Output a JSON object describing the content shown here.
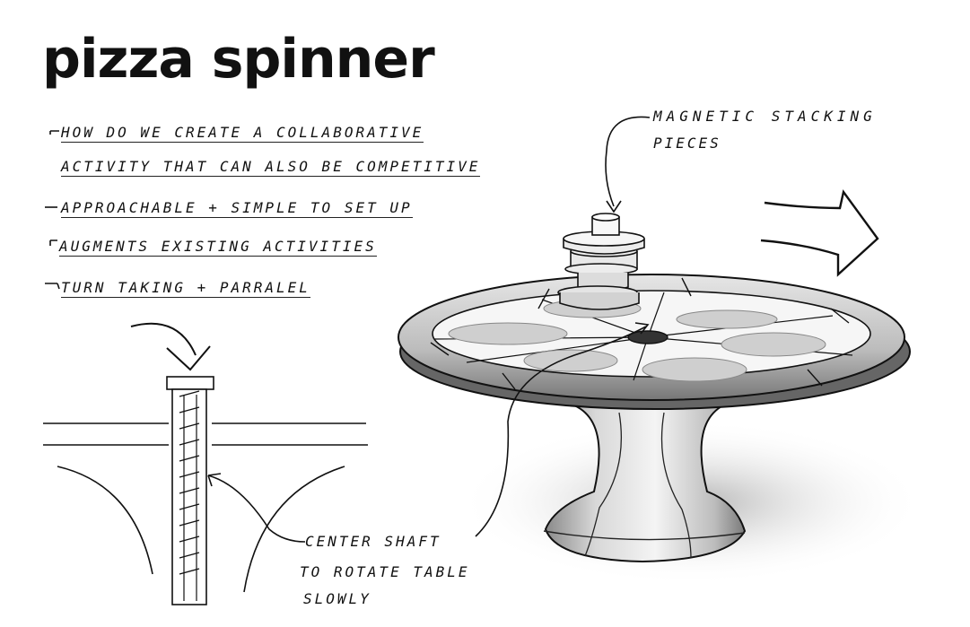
{
  "title": "pizza spinner",
  "bullets": [
    "HOW DO WE CREATE A COLLABORATIVE",
    "ACTIVITY THAT CAN ALSO BE COMPETITIVE",
    "APPROACHABLE + SIMPLE TO SET UP",
    "AUGMENTS EXISTING ACTIVITIES",
    "TURN TAKING + PARRALEL"
  ],
  "annotations": {
    "magnetic_line1": "MAGNETIC STACKING",
    "magnetic_line2": "PIECES",
    "shaft_line1": "CENTER SHAFT",
    "shaft_line2": "TO ROTATE TABLE",
    "shaft_line3": "SLOWLY"
  },
  "colors": {
    "ink": "#111111",
    "shade": "#bdbdbd",
    "tray": "#cfcfcf"
  }
}
